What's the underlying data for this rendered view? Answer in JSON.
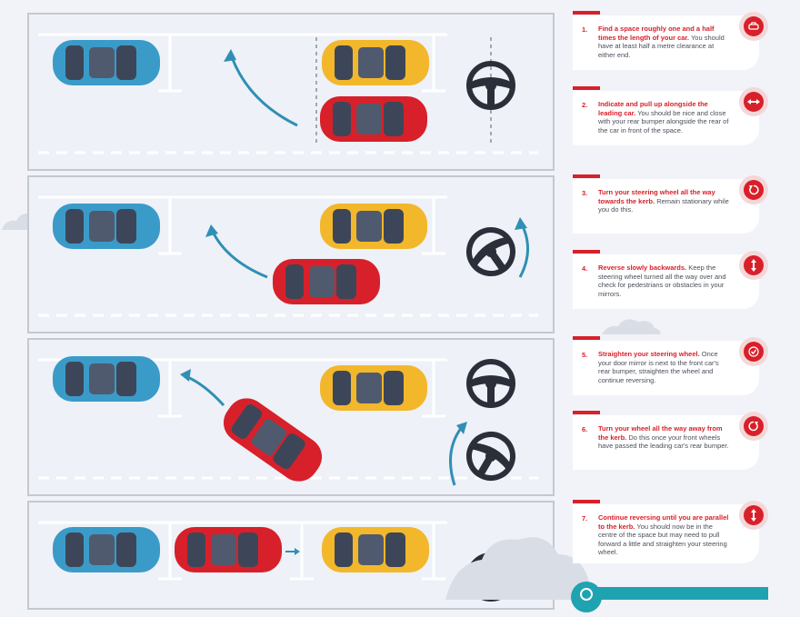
{
  "steps": [
    {
      "num": "1.",
      "lead": "Find a space roughly one and a half times the length of your car.",
      "rest": " You should have at least half a metre clearance at either end.",
      "icon": "car-front-icon"
    },
    {
      "num": "2.",
      "lead": "Indicate and pull up alongside the leading car.",
      "rest": " You should be nice and close with your rear bumper alongside the rear of the car in front of the space.",
      "icon": "indicator-arrows-icon"
    },
    {
      "num": "3.",
      "lead": "Turn your steering wheel all the way towards the kerb.",
      "rest": " Remain stationary while you do this.",
      "icon": "rotate-left-icon"
    },
    {
      "num": "4.",
      "lead": "Reverse slowly backwards.",
      "rest": " Keep the steering wheel turned all the way over and check for pedestrians or obstacles in your mirrors.",
      "icon": "up-down-arrows-icon"
    },
    {
      "num": "5.",
      "lead": "Straighten your steering wheel.",
      "rest": " Once your door mirror is next to the front car's rear bumper, straighten the wheel and continue reversing.",
      "icon": "check-icon"
    },
    {
      "num": "6.",
      "lead": "Turn your wheel all the way away from the kerb.",
      "rest": " Do this once your front wheels have passed the leading car's rear bumper.",
      "icon": "rotate-right-icon"
    },
    {
      "num": "7.",
      "lead": "Continue reversing until you are parallel to the kerb.",
      "rest": " You should now be in the centre of the space but may need to pull forward a little and straighten your steering wheel.",
      "icon": "up-down-arrows-icon"
    }
  ],
  "colors": {
    "accent": "#d8202a",
    "blue_car": "#3a9bc9",
    "yellow_car": "#f3b72c",
    "red_car": "#d8202a",
    "wheel": "#2b2f3a",
    "arrow": "#2f8fb5"
  }
}
